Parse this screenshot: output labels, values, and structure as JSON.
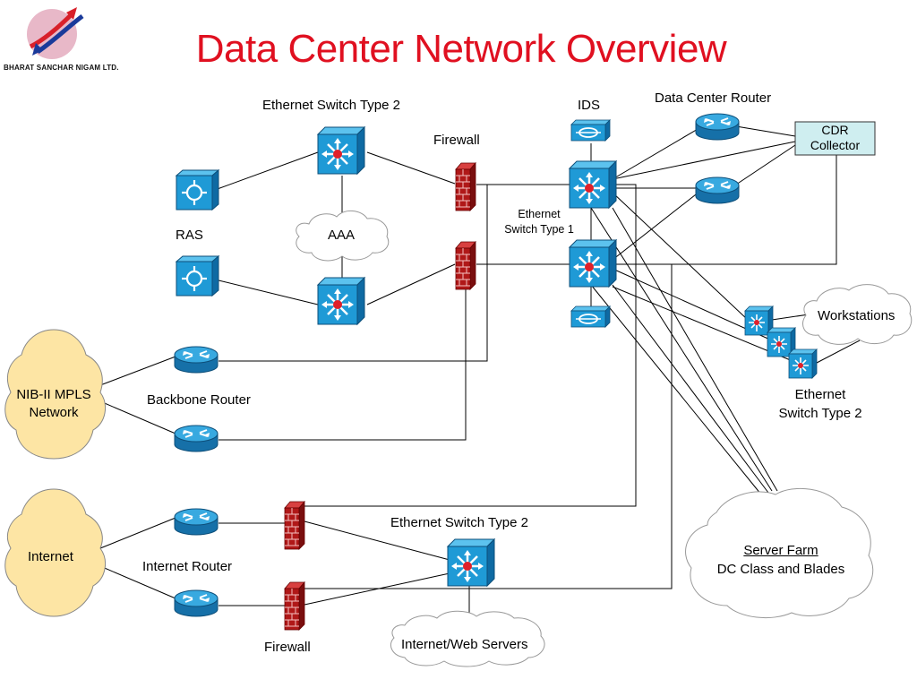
{
  "slide": {
    "title": "Data Center Network Overview",
    "logo_text": "BHARAT SANCHAR NIGAM LTD."
  },
  "labels": {
    "eth_switch_type2_top": "Ethernet Switch Type 2",
    "ids": "IDS",
    "data_center_router": "Data Center Router",
    "cdr_collector_line1": "CDR",
    "cdr_collector_line2": "Collector",
    "firewall_top": "Firewall",
    "eth_switch_type1_line1": "Ethernet",
    "eth_switch_type1_line2": "Switch Type 1",
    "ras": "RAS",
    "aaa": "AAA",
    "workstations": "Workstations",
    "nib_line1": "NIB-II MPLS",
    "nib_line2": "Network",
    "backbone_router": "Backbone Router",
    "eth_switch_type2_right_line1": "Ethernet",
    "eth_switch_type2_right_line2": "Switch Type 2",
    "server_farm_line1": "Server Farm",
    "server_farm_line2": "DC Class and Blades",
    "eth_switch_type2_bottom": "Ethernet Switch Type 2",
    "internet": "Internet",
    "internet_router": "Internet Router",
    "firewall_bottom": "Firewall",
    "internet_web_servers": "Internet/Web Servers"
  },
  "colors": {
    "title": "#e01020",
    "device_blue": "#1f9ad6",
    "firewall_red": "#b01818",
    "cloud_yellow": "#fde5a4",
    "cdr_box": "#cfeef0"
  }
}
